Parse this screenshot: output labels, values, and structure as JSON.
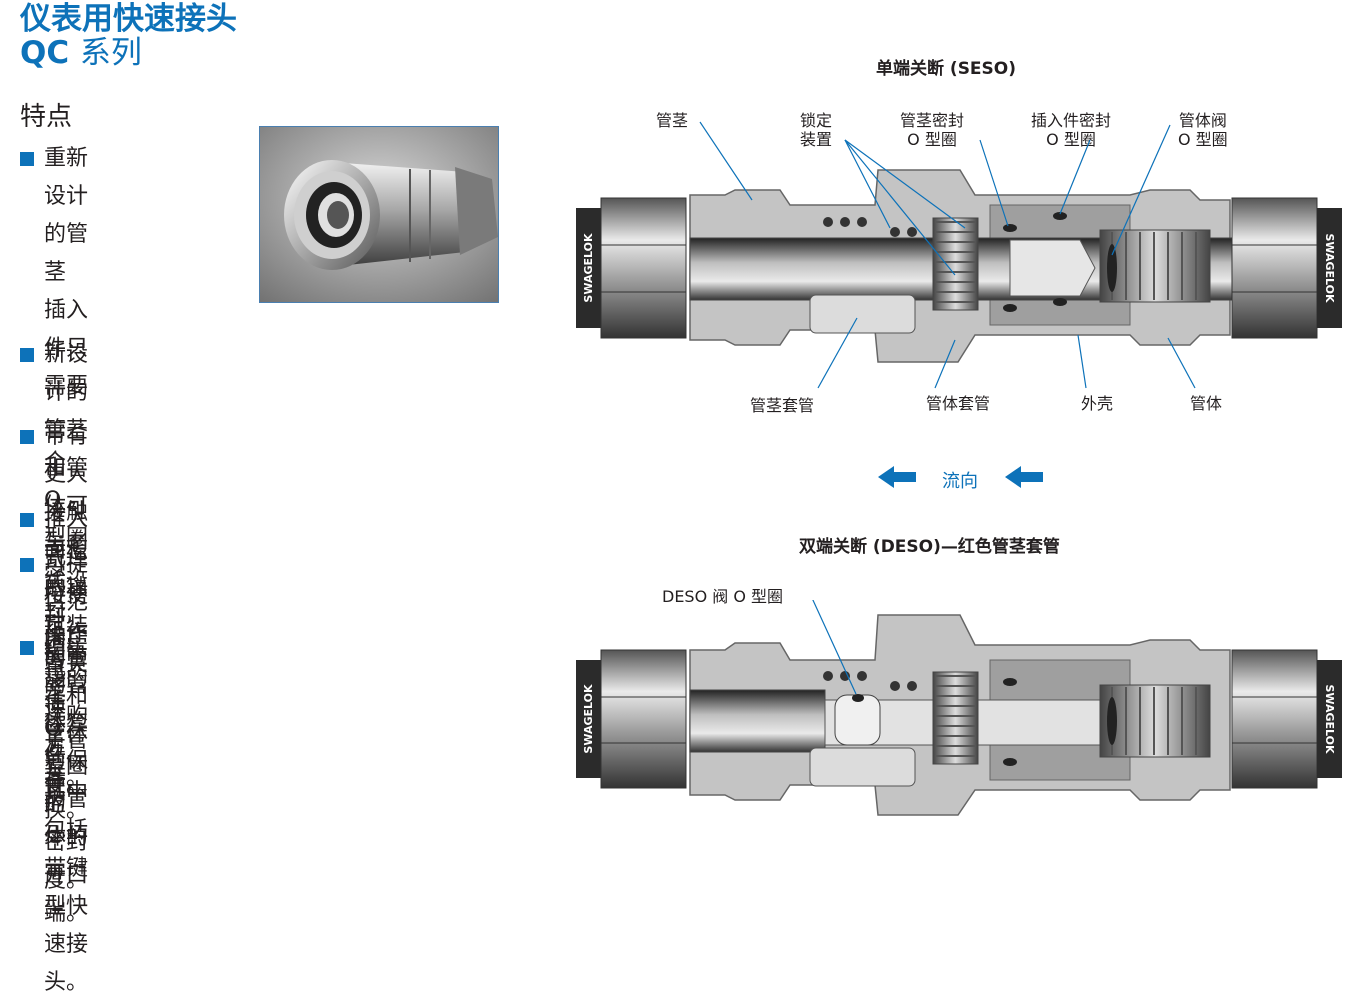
{
  "title": {
    "line1": "仪表用快速接头",
    "series_code": "QC",
    "series_word": "系列"
  },
  "features": {
    "heading": "特点",
    "items": [
      [
        "重新设计的管茎",
        "插入件只需要一",
        "个 O 型圈密封,",
        "提高了 O 型圈的",
        "密封度。"
      ],
      [
        "新设计的管茎和管体可与老式设计",
        "的管茎和管体互换。"
      ],
      [
        "带有更大接触面积的锁定装置夹住",
        "了管茎。"
      ],
      [
        "推入式连接使操作迅速, 方便。"
      ],
      [
        "可提供范围广泛的选购件, 其中包括",
        "带键型快速接头。"
      ],
      [
        "结实的管体套管保护管体的开口",
        "端。"
      ]
    ]
  },
  "seso": {
    "title": "单端关断 (SESO)",
    "labels": {
      "stem": "管茎",
      "lock": [
        "锁定",
        "装置"
      ],
      "stem_oring": [
        "管茎密封",
        "O 型圈"
      ],
      "insert_seal": [
        "插入件密封",
        "O 型圈"
      ],
      "body_valve": [
        "管体阀",
        "O 型圈"
      ],
      "stem_sleeve": "管茎套管",
      "body_sleeve": "管体套管",
      "shell": "外壳",
      "body": "管体"
    },
    "nut_text": "SWAGELOK"
  },
  "flow": {
    "text": "流向"
  },
  "deso": {
    "title": "双端关断 (DESO)—红色管茎套管",
    "valve_label": "DESO 阀 O 型圈",
    "nut_text": "SWAGELOK"
  },
  "colors": {
    "brand_blue": "#0d72b9",
    "steel_gray": "#8c8c8c",
    "dark_metal": "#3a3a3a"
  }
}
